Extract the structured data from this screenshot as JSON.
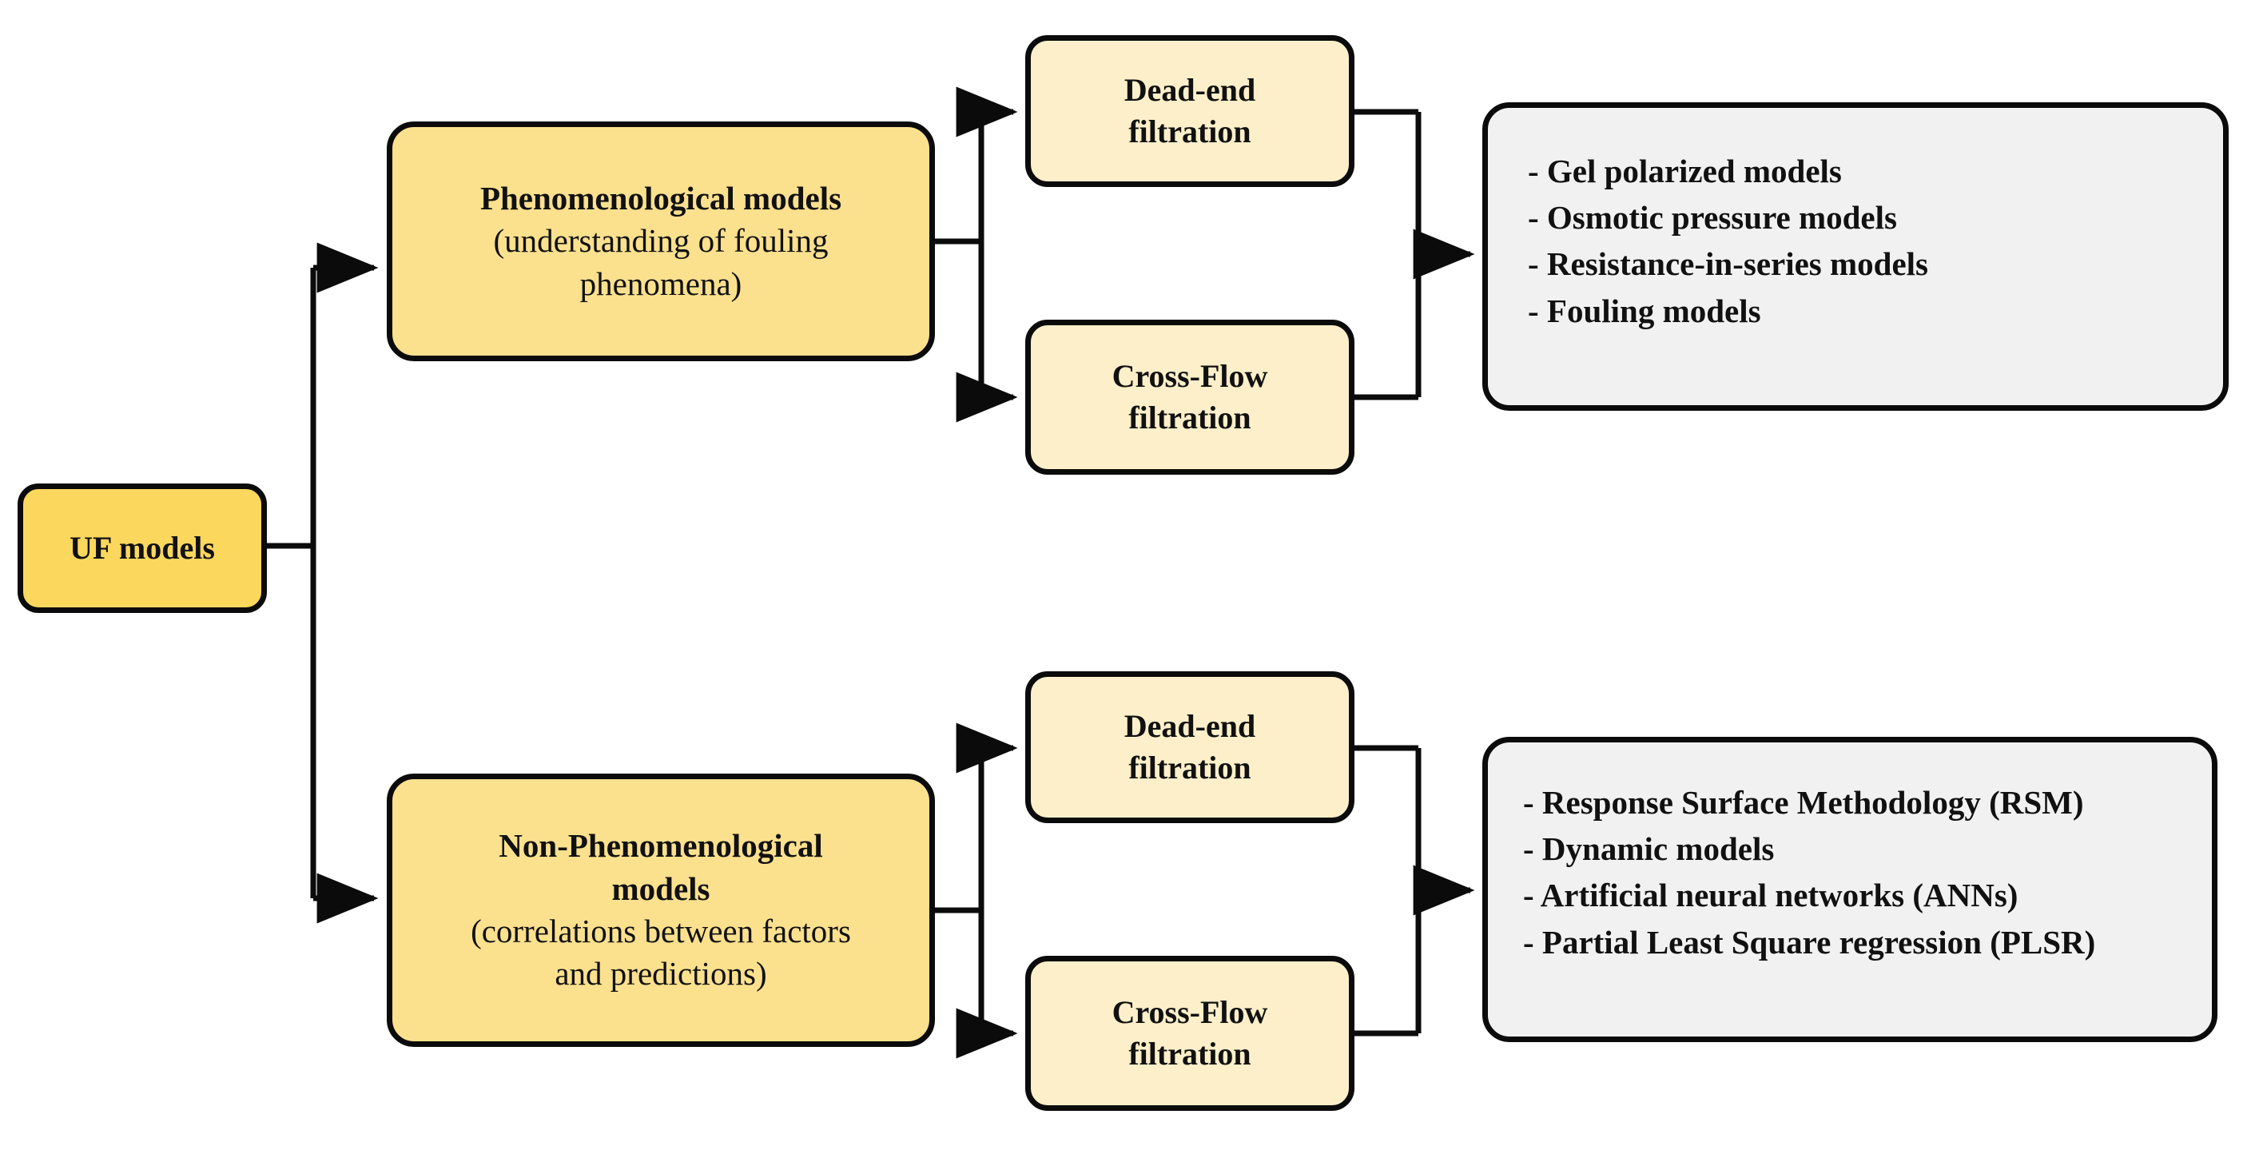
{
  "diagram": {
    "title": "UF models classification flowchart",
    "colors": {
      "root_fill": "#FCD75D",
      "primary_fill": "#FBE08E",
      "filtration_fill": "#FDEFC9",
      "list_fill": "#F1F1F1",
      "stroke": "#0B0B0B",
      "background": "#FFFFFF"
    },
    "root": {
      "label": "UF models"
    },
    "branches": [
      {
        "id": "phenomenological",
        "title": "Phenomenological models",
        "subtitle_line1": "(understanding of fouling",
        "subtitle_line2": "phenomena)",
        "filtrations": [
          {
            "line1": "Dead-end",
            "line2": "filtration"
          },
          {
            "line1": "Cross-Flow",
            "line2": "filtration"
          }
        ],
        "outputs": [
          "- Gel polarized models",
          "- Osmotic pressure models",
          "- Resistance-in-series models",
          "- Fouling models"
        ]
      },
      {
        "id": "non-phenomenological",
        "title_line1": "Non-Phenomenological",
        "title_line2": "models",
        "subtitle_line1": "(correlations between factors",
        "subtitle_line2": "and predictions)",
        "filtrations": [
          {
            "line1": "Dead-end",
            "line2": "filtration"
          },
          {
            "line1": "Cross-Flow",
            "line2": "filtration"
          }
        ],
        "outputs": [
          "- Response Surface Methodology (RSM)",
          "- Dynamic models",
          "- Artificial neural networks (ANNs)",
          "- Partial Least Square regression (PLSR)"
        ]
      }
    ]
  }
}
